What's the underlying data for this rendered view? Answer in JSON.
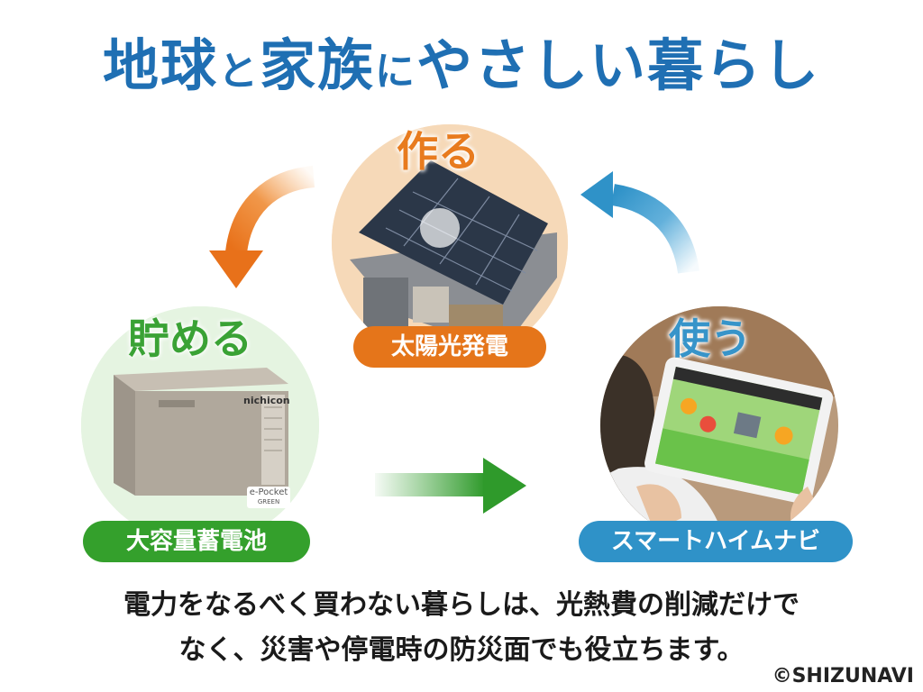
{
  "title": {
    "part1": "地球",
    "part2": "と",
    "part3": "家族",
    "part4": "に",
    "part5": "やさしい暮らし"
  },
  "make": {
    "heading": "作る",
    "label": "太陽光発電"
  },
  "store": {
    "heading": "貯める",
    "label": "大容量蓄電池",
    "brand": "nichicon",
    "product": "e-Pocket",
    "product_sub": "GREEN"
  },
  "use": {
    "heading": "使う",
    "label": "スマートハイムナビ"
  },
  "caption": {
    "line1": "電力をなるべく買わない暮らしは、光熱費の削減だけで",
    "line2": "なく、災害や停電時の防災面でも役立ちます。"
  },
  "copyright": "©SHIZUNAVI",
  "colors": {
    "title": "#1f6fb3",
    "make": "#e5751a",
    "store": "#34a02c",
    "use": "#2f92c8"
  }
}
